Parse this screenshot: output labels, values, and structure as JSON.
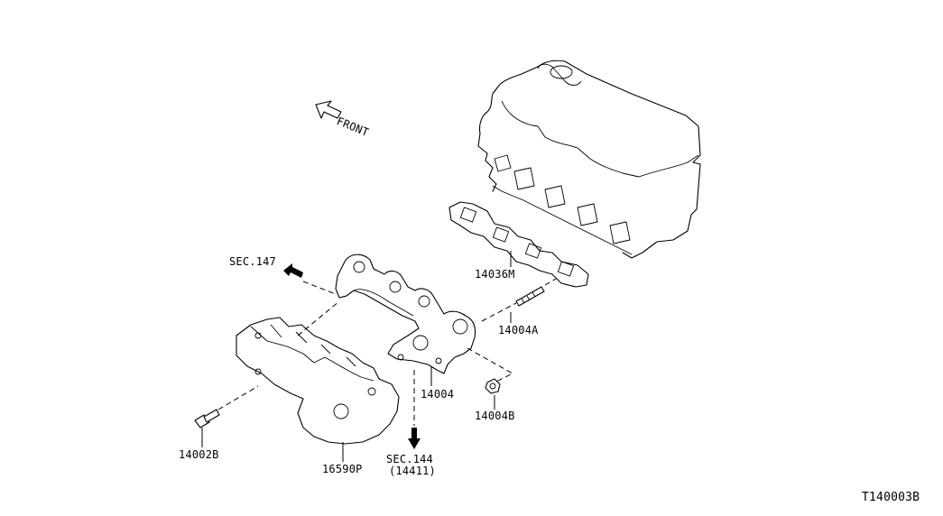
{
  "diagram": {
    "front_label": "FRONT",
    "callouts": {
      "sec147": "SEC.147",
      "part_14036M": "14036M",
      "part_14004A": "14004A",
      "part_14004": "14004",
      "part_14004B": "14004B",
      "part_14002B": "14002B",
      "part_16590P": "16590P",
      "sec144": "SEC.144",
      "sec144_sub": "(14411)"
    },
    "figure_id": "T140003B"
  }
}
